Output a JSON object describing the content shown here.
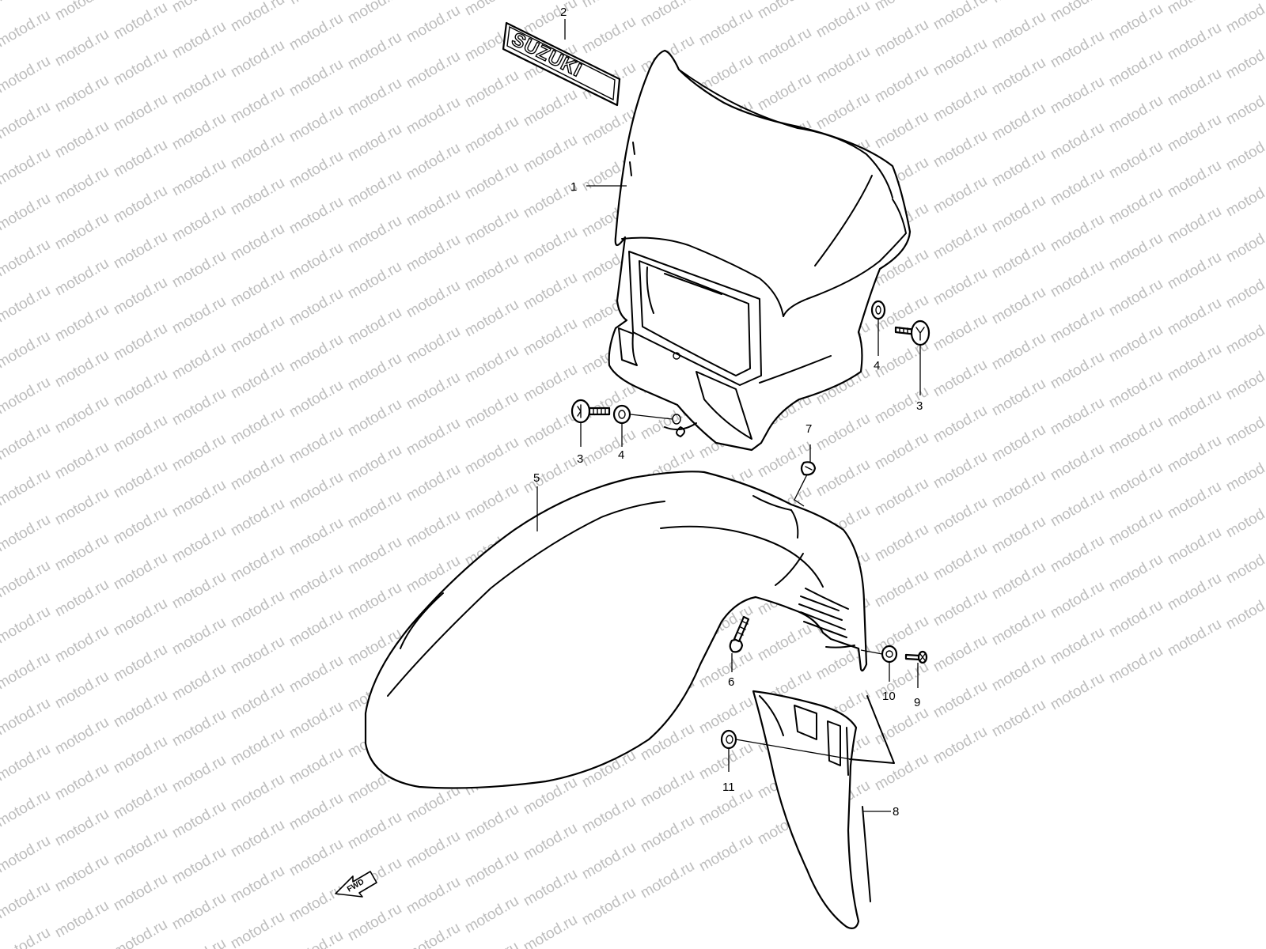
{
  "watermark": "motod.ru",
  "emblem_text": "SUZUKI",
  "direction_label": "FWD",
  "callouts": {
    "c1": "1",
    "c2": "2",
    "c3a": "3",
    "c3b": "3",
    "c4a": "4",
    "c4b": "4",
    "c5": "5",
    "c6": "6",
    "c7": "7",
    "c8": "8",
    "c9": "9",
    "c10": "10",
    "c11": "11"
  },
  "colors": {
    "line": "#000000",
    "background": "#ffffff",
    "watermark": "#bdbdbd"
  }
}
